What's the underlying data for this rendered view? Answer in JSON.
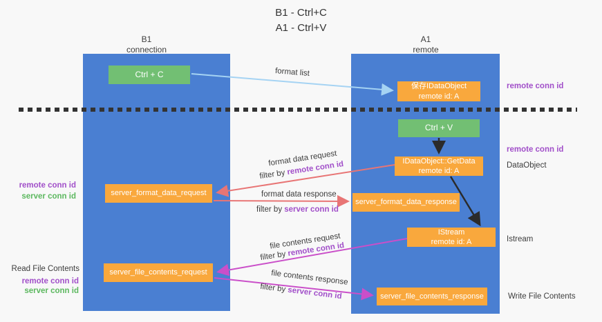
{
  "title": {
    "line1": "B1 - Ctrl+C",
    "line2": "A1 - Ctrl+V"
  },
  "columns": {
    "b1": {
      "name": "B1",
      "subtitle": "connection"
    },
    "a1": {
      "name": "A1",
      "subtitle": "remote"
    }
  },
  "boxes": {
    "ctrl_c": "Ctrl + C",
    "save_idataobject": {
      "line1": "保存IDataObject",
      "line2": "remote id: A"
    },
    "ctrl_v": "Ctrl + V",
    "getdata": {
      "line1": "IDataObject::GetData",
      "line2": "remote id: A"
    },
    "format_request": "server_format_data_request",
    "format_response": "server_format_data_response",
    "istream": {
      "line1": "IStream",
      "line2": "remote id: A"
    },
    "file_request": "server_file_contents_request",
    "file_response": "server_file_contents_response"
  },
  "arrow_labels": {
    "format_list": "format list",
    "format_data_request": "format data request",
    "format_data_response": "format data response",
    "file_contents_request": "file contents request",
    "file_contents_response": "file contents response",
    "filter_by": "filter by ",
    "remote_conn_id": "remote conn id",
    "server_conn_id": "server conn id"
  },
  "side_labels": {
    "remote_conn_id": "remote conn id",
    "server_conn_id": "server conn id",
    "dataobject": "DataObject",
    "istream": "Istream",
    "read_file_contents": "Read File Contents",
    "write_file_contents": "Write File Contents"
  },
  "colors": {
    "background": "#f8f8f8",
    "column_blue": "#4a7fd2",
    "box_green": "#72bf73",
    "box_orange": "#f9a83d",
    "purple_text": "#a14fc9",
    "green_text": "#5cb85f",
    "arrow_light_blue": "#a5d3f3",
    "arrow_salmon": "#e87575",
    "arrow_magenta": "#ca4fc9",
    "arrow_black": "#2b2b2b",
    "dashed_line": "#333333"
  }
}
